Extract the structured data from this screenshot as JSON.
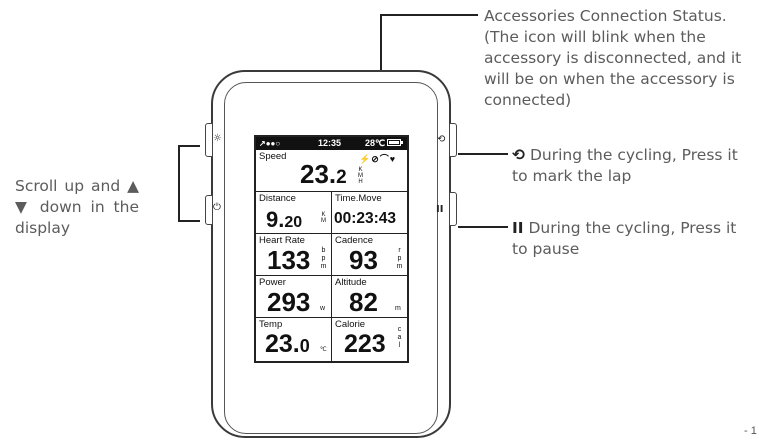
{
  "annotations": {
    "accessories": "Accessories Connection Status. (The icon will blink when the accessory is disconnected, and it will be on when the accessory is connected)",
    "scroll": "Scroll up and ▲ ▼ down in the display",
    "lap_symbol": "⟲",
    "lap": "During the cycling, Press it to mark the lap",
    "pause_symbol": "II",
    "pause": "During the cycling, Press it to pause"
  },
  "device": {
    "buttons": {
      "top_left_icon": "light-icon",
      "bottom_left_icon": "power-icon",
      "top_right_icon": "lap-icon",
      "bottom_right_icon": "pause-icon"
    },
    "status_bar": {
      "signal": "↗●●○",
      "time": "12:35",
      "temp": "28℃"
    },
    "fields": [
      {
        "label": "Speed",
        "value": "23.2",
        "unit": "KMH"
      },
      {
        "label": "Distance",
        "value": "9.20",
        "unit": "KM"
      },
      {
        "label": "Time.Move",
        "value": "00:23:43",
        "unit": ""
      },
      {
        "label": "Heart Rate",
        "value": "133",
        "unit": "bpm"
      },
      {
        "label": "Cadence",
        "value": "93",
        "unit": "rpm"
      },
      {
        "label": "Power",
        "value": "293",
        "unit": "w"
      },
      {
        "label": "Altitude",
        "value": "82",
        "unit": "m"
      },
      {
        "label": "Temp",
        "value": "23.0",
        "unit": "℃"
      },
      {
        "label": "Calorie",
        "value": "223",
        "unit": "cal"
      }
    ],
    "accessory_icons": [
      "power-meter-icon",
      "cadence-icon",
      "speed-sensor-icon",
      "heart-rate-icon"
    ]
  },
  "page_number": "- 1"
}
